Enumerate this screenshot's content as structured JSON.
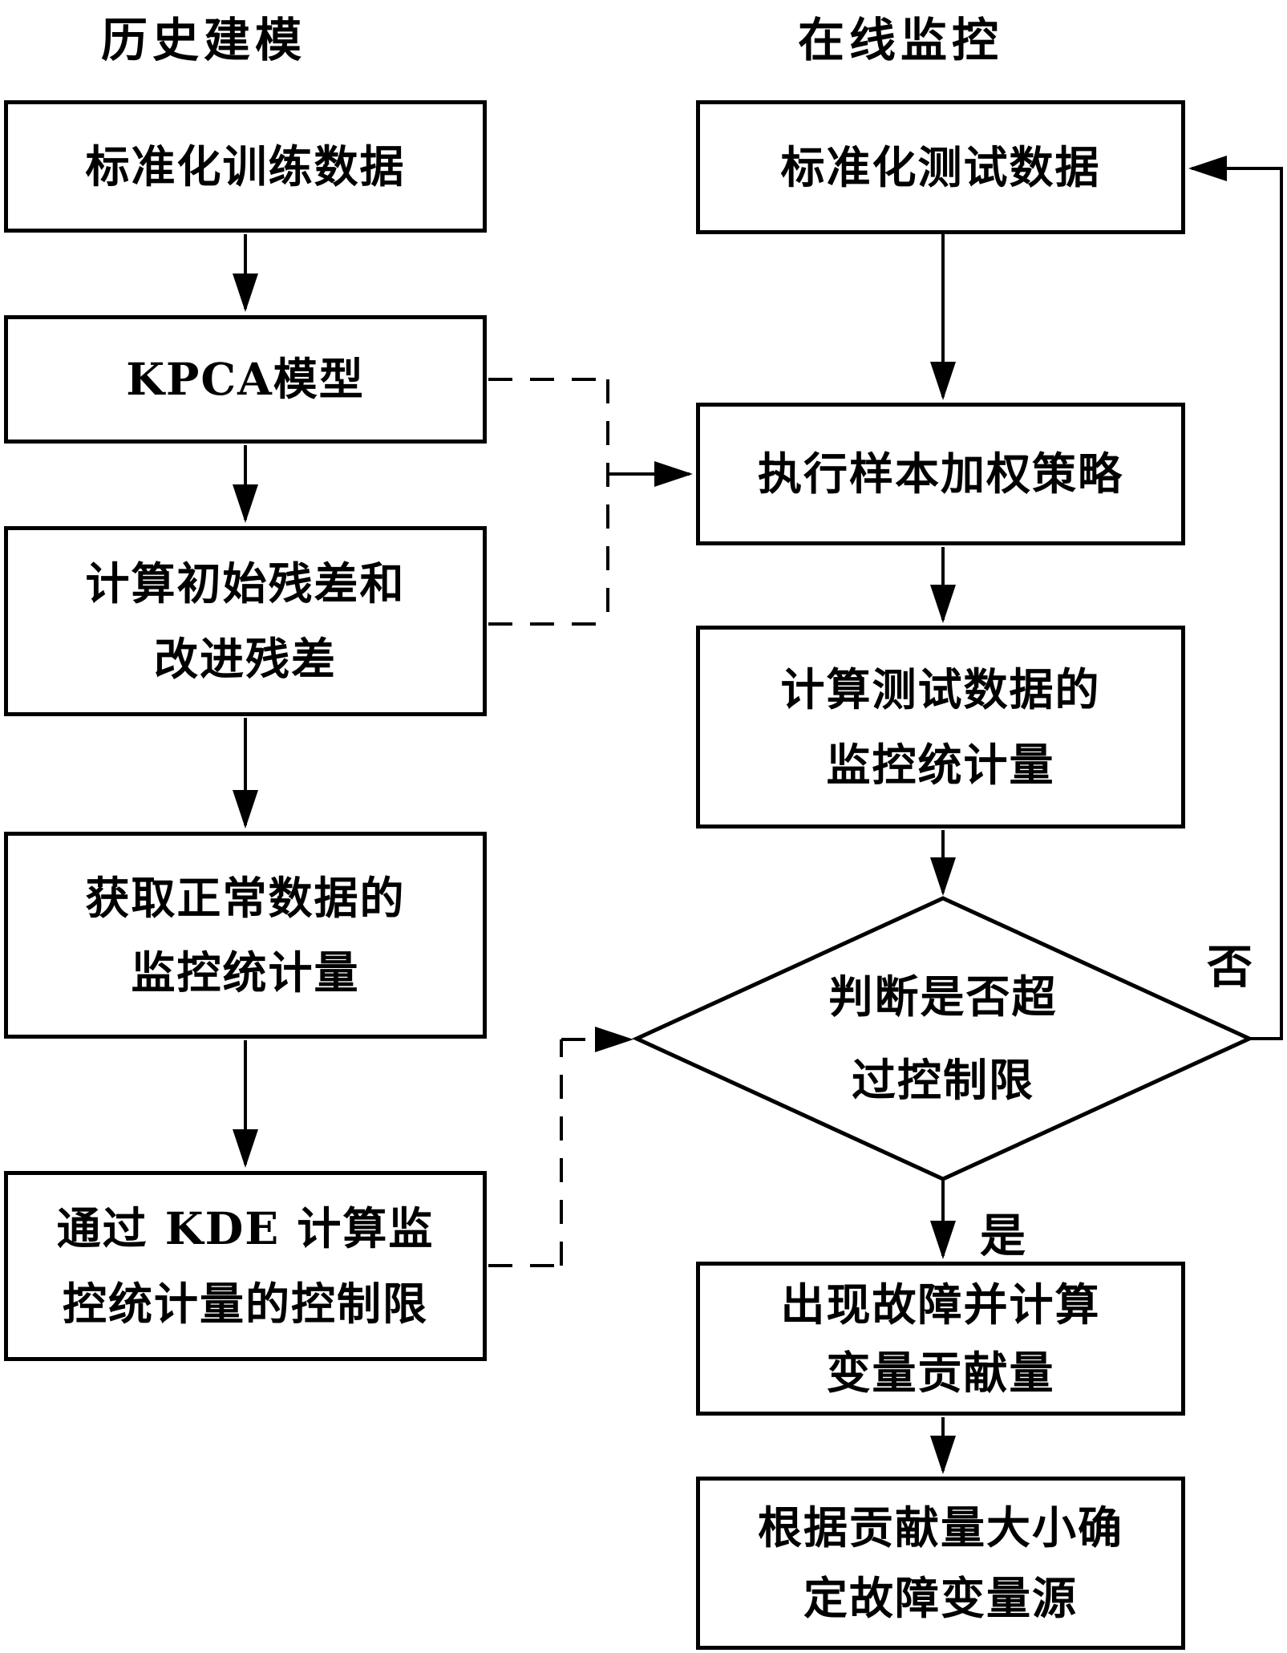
{
  "titles": {
    "left": "历史建模",
    "right": "在线监控"
  },
  "left_column": {
    "boxes": [
      {
        "name": "standardize-training-data",
        "lines": [
          "标准化训练数据"
        ]
      },
      {
        "name": "kpca-model",
        "lines": [
          "KPCA模型"
        ]
      },
      {
        "name": "compute-initial-improved-residuals",
        "lines": [
          "计算初始残差和",
          "改进残差"
        ]
      },
      {
        "name": "normal-data-monitoring-statistics",
        "lines": [
          "获取正常数据的",
          "监控统计量"
        ]
      },
      {
        "name": "kde-control-limits",
        "lines": [
          "通过 KDE 计算监",
          "控统计量的控制限"
        ]
      }
    ]
  },
  "right_column": {
    "boxes": [
      {
        "name": "standardize-test-data",
        "lines": [
          "标准化测试数据"
        ]
      },
      {
        "name": "sample-weighting-strategy",
        "lines": [
          "执行样本加权策略"
        ]
      },
      {
        "name": "test-data-monitoring-statistics",
        "lines": [
          "计算测试数据的",
          "监控统计量"
        ]
      },
      {
        "name": "fault-contribution-calculation",
        "lines": [
          "出现故障并计算",
          "变量贡献量"
        ]
      },
      {
        "name": "identify-fault-variable-source",
        "lines": [
          "根据贡献量大小确",
          "定故障变量源"
        ]
      }
    ]
  },
  "decision": {
    "lines": [
      "判断是否超",
      "过控制限"
    ]
  },
  "edge_labels": {
    "no": "否",
    "yes": "是"
  },
  "colors": {
    "line": "#000000",
    "background": "#ffffff"
  }
}
